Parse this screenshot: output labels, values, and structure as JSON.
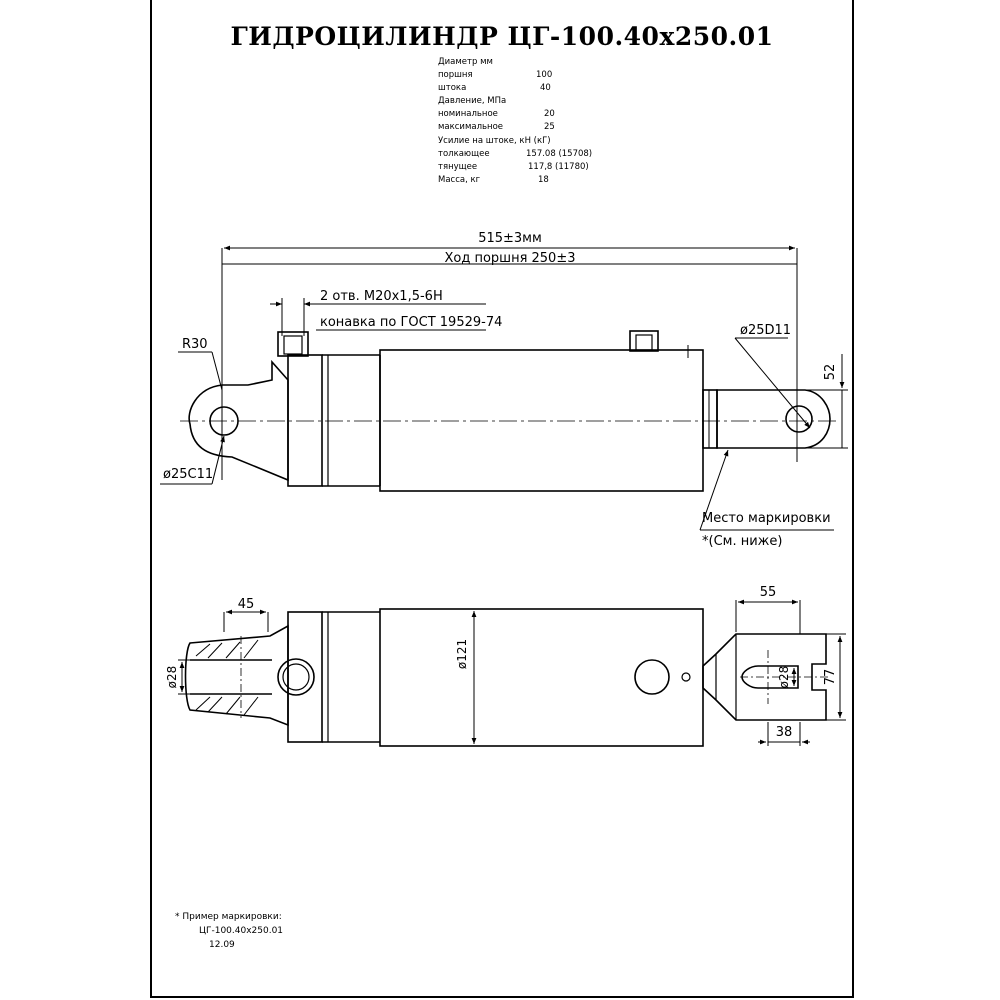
{
  "title": "ГИДРОЦИЛИНДР ЦГ-100.40x250.01",
  "specs": {
    "diameter_header": "Диаметр мм",
    "piston_label": "поршня",
    "piston_value": "100",
    "rod_label": "штока",
    "rod_value": "40",
    "pressure_header": "Давление, МПа",
    "nominal_label": "номинальное",
    "nominal_value": "20",
    "max_label": "максимальное",
    "max_value": "25",
    "force_header": "Усилие на штоке, кН (кГ)",
    "push_label": "толкающее",
    "push_value": "157.08 (15708)",
    "pull_label": "тянущее",
    "pull_value": "117,8 (11780)",
    "mass_label": "Масса, кг",
    "mass_value": "18"
  },
  "dimensions": {
    "total_length": "515±3мм",
    "stroke": "Ход поршня 250±3",
    "ports": "2 отв. М20х1,5-6Н",
    "ports_std": "конавка по ГОСТ 19529-74",
    "r30": "R30",
    "d25c11": "ø25C11",
    "d25d11": "ø25D11",
    "h52": "52",
    "w45": "45",
    "d28_left": "ø28",
    "d121": "ø121",
    "w55": "55",
    "d28_right": "ø28",
    "h77": "77",
    "w38": "38"
  },
  "marking_place": {
    "label": "Место маркировки",
    "note": "*(См. ниже)"
  },
  "marking_example": {
    "header": "* Пример маркировки:",
    "line1": "ЦГ-100.40х250.01",
    "line2": "12.09"
  }
}
